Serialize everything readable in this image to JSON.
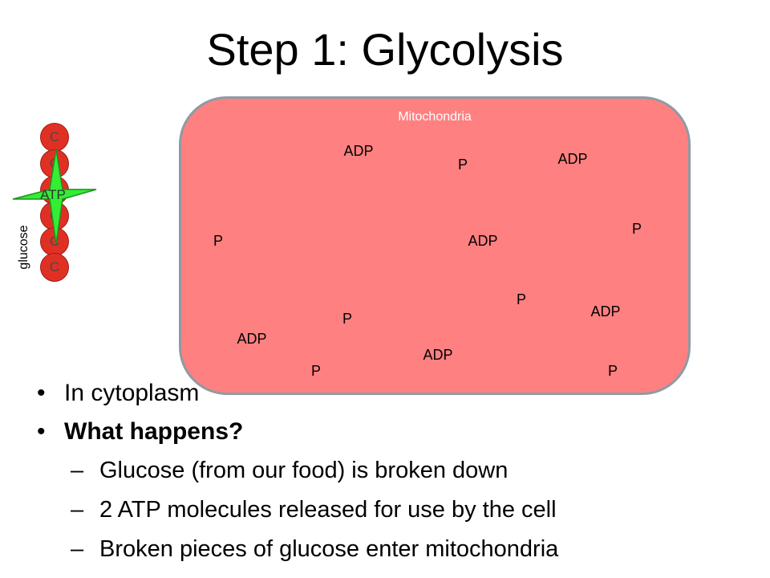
{
  "title": "Step 1: Glycolysis",
  "diagram": {
    "mitochondria_label": "Mitochondria",
    "glucose_label": "glucose",
    "atp_label": "ATP",
    "carbons": [
      "C",
      "C",
      "C",
      "C",
      "C",
      "C"
    ],
    "molecules": [
      "ADP",
      "P",
      "ADP",
      "P",
      "P",
      "ADP",
      "P",
      "ADP",
      "P",
      "ADP",
      "ADP",
      "P",
      "P"
    ]
  },
  "colors": {
    "mitochondria_fill": "#ff8080",
    "mitochondria_border": "#8e9ba3",
    "carbon_fill": "#e03024",
    "atp_fill": "#33ee33"
  },
  "bullets": {
    "b1": "In cytoplasm",
    "b2": "What happens?",
    "sub1": "Glucose (from our food) is broken down",
    "sub2": "2 ATP molecules released for use by the cell",
    "sub3": "Broken pieces of glucose enter mitochondria"
  }
}
